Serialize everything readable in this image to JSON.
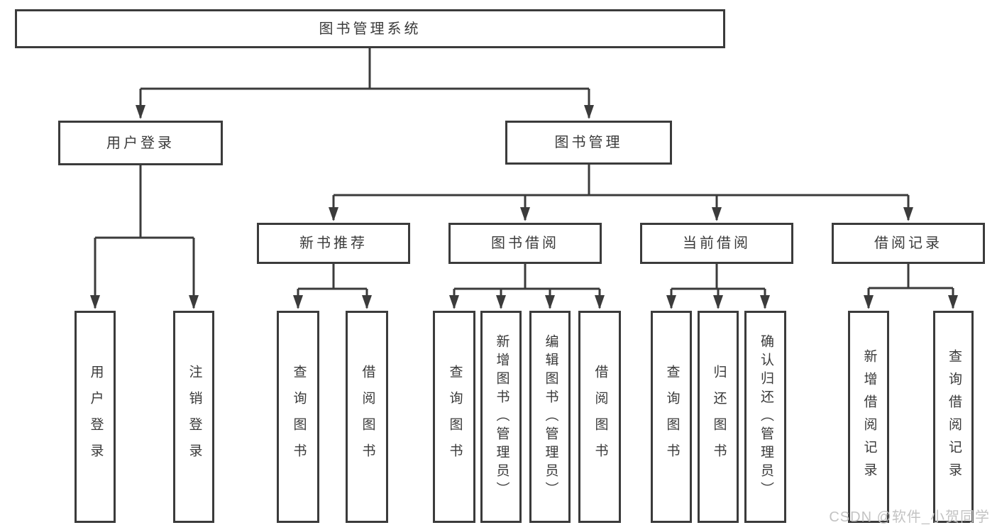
{
  "diagram": {
    "title": "图书管理系统",
    "nodes": {
      "root": "图书管理系统",
      "user_login": "用户登录",
      "book_mgmt": "图书管理",
      "new_book_rec": "新书推荐",
      "book_borrow": "图书借阅",
      "current_borrow": "当前借阅",
      "borrow_records": "借阅记录",
      "leaf_user_login": "用户登录",
      "leaf_logout": "注销登录",
      "leaf_rec_query_book": "查询图书",
      "leaf_rec_borrow_book": "借阅图书",
      "leaf_bb_query_book": "查询图书",
      "leaf_bb_add_book": "新增图书（管理员）",
      "leaf_bb_edit_book": "编辑图书（管理员）",
      "leaf_bb_borrow_book": "借阅图书",
      "leaf_cb_query_book": "查询图书",
      "leaf_cb_return_book": "归还图书",
      "leaf_cb_confirm_return": "确认归还（管理员）",
      "leaf_br_add_record": "新增借阅记录",
      "leaf_br_query_record": "查询借阅记录"
    },
    "colors": {
      "line": "#3b3b3b",
      "text": "#3a3a3a",
      "box_background": "#ffffff",
      "watermark": "#c3c3c3"
    }
  },
  "watermark": "CSDN @软件_小贺同学"
}
